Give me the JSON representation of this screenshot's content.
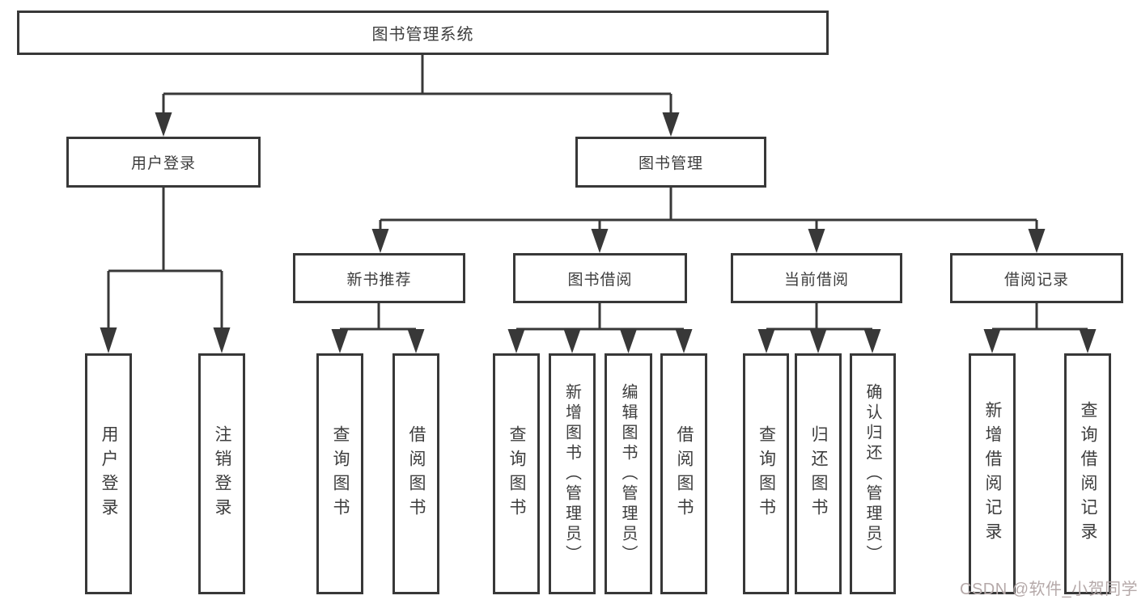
{
  "root": {
    "label": "图书管理系统"
  },
  "branches": [
    {
      "label": "用户登录",
      "children": [
        {
          "label": "用户登录"
        },
        {
          "label": "注销登录"
        }
      ]
    },
    {
      "label": "图书管理",
      "children": [
        {
          "label": "新书推荐",
          "children": [
            {
              "label": "查询图书"
            },
            {
              "label": "借阅图书"
            }
          ]
        },
        {
          "label": "图书借阅",
          "children": [
            {
              "label": "查询图书"
            },
            {
              "label": "新增图书（管理员）"
            },
            {
              "label": "编辑图书（管理员）"
            },
            {
              "label": "借阅图书"
            }
          ]
        },
        {
          "label": "当前借阅",
          "children": [
            {
              "label": "查询图书"
            },
            {
              "label": "归还图书"
            },
            {
              "label": "确认归还（管理员）"
            }
          ]
        },
        {
          "label": "借阅记录",
          "children": [
            {
              "label": "新增借阅记录"
            },
            {
              "label": "查询借阅记录"
            }
          ]
        }
      ]
    }
  ],
  "watermark": {
    "text": "CSDN @软件_小贺同学"
  },
  "colors": {
    "line": "#383838",
    "box_border": "#383838",
    "text": "#3d3d3d",
    "watermark": "#b5a9a9",
    "background": "#ffffff"
  }
}
